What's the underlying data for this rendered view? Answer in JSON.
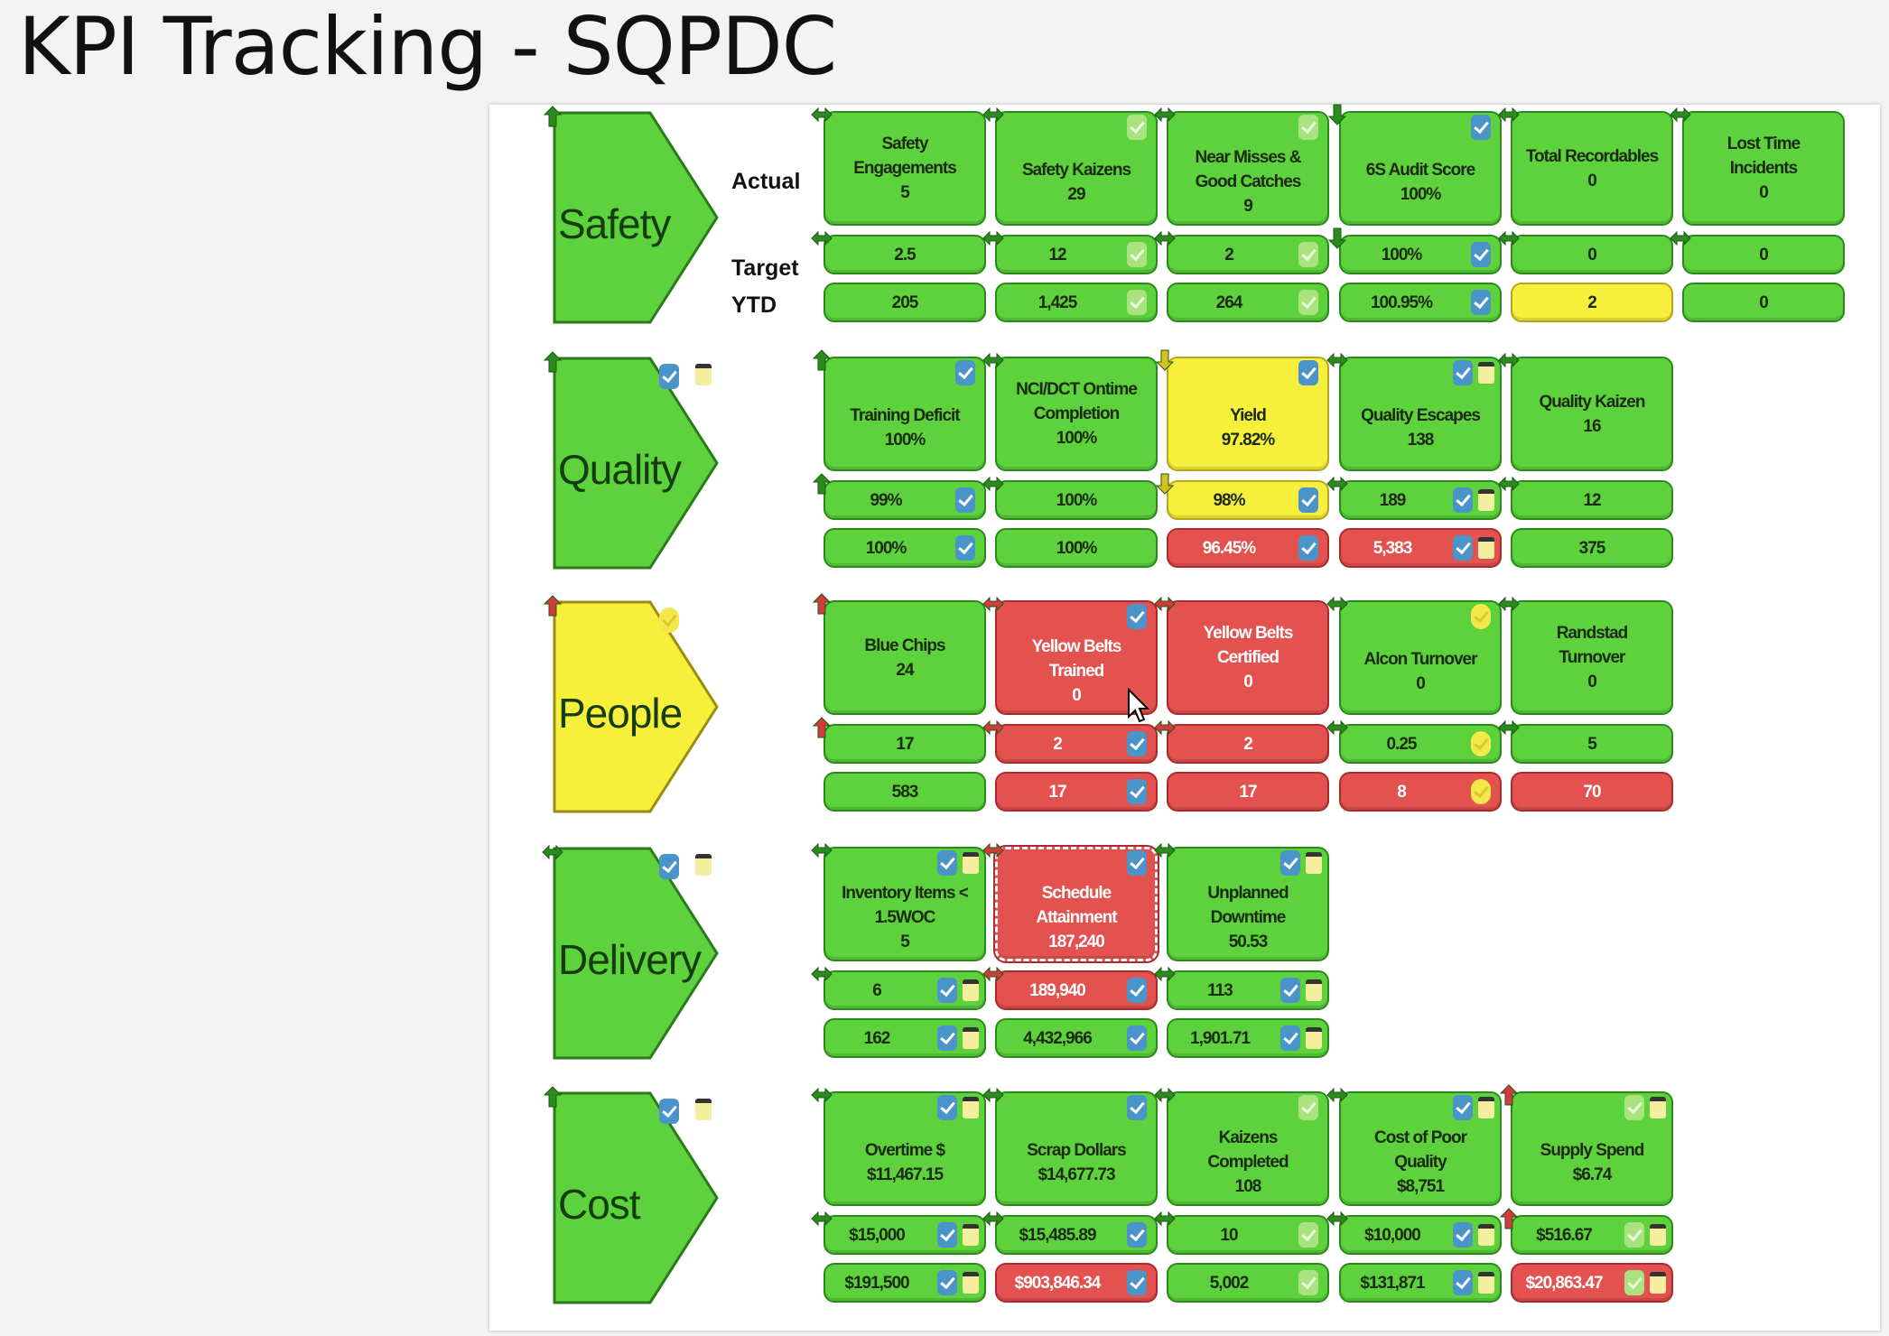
{
  "title": "KPI Tracking - SQPDC",
  "row_labels": {
    "actual": "Actual",
    "target": "Target",
    "ytd": "YTD"
  },
  "colors": {
    "green": "#5dd23c",
    "yellow": "#f6ef3c",
    "red": "#e3524f"
  },
  "sections": [
    {
      "name": "Safety",
      "status": "green",
      "trend": "up",
      "badges": [],
      "tiles": [
        {
          "name": "Safety\nEngagements",
          "actual": "5",
          "target": "2.5",
          "ytd": "205",
          "status": [
            "g",
            "g",
            "g"
          ],
          "trend": "both",
          "check": null,
          "note": false
        },
        {
          "name": "Safety Kaizens",
          "actual": "29",
          "target": "12",
          "ytd": "1,425",
          "status": [
            "g",
            "g",
            "g"
          ],
          "trend": "both",
          "check": "light",
          "note": false
        },
        {
          "name": "Near Misses &\nGood Catches",
          "actual": "9",
          "target": "2",
          "ytd": "264",
          "status": [
            "g",
            "g",
            "g"
          ],
          "trend": "both",
          "check": "light",
          "note": false
        },
        {
          "name": "6S Audit Score",
          "actual": "100%",
          "target": "100%",
          "ytd": "100.95%",
          "status": [
            "g",
            "g",
            "g"
          ],
          "trend": "down",
          "check": "blue",
          "note": false
        },
        {
          "name": "Total Recordables",
          "actual": "0",
          "target": "0",
          "ytd": "2",
          "status": [
            "g",
            "g",
            "y"
          ],
          "trend": "both",
          "check": null,
          "note": false
        },
        {
          "name": "Lost Time\nIncidents",
          "actual": "0",
          "target": "0",
          "ytd": "0",
          "status": [
            "g",
            "g",
            "g"
          ],
          "trend": "both",
          "check": null,
          "note": false
        }
      ]
    },
    {
      "name": "Quality",
      "status": "green",
      "trend": "up",
      "badges": [
        "check",
        "note"
      ],
      "tiles": [
        {
          "name": "Training Deficit",
          "actual": "100%",
          "target": "99%",
          "ytd": "100%",
          "status": [
            "g",
            "g",
            "g"
          ],
          "trend": "up",
          "check": "blue",
          "note": false
        },
        {
          "name": "NCI/DCT Ontime\nCompletion",
          "actual": "100%",
          "target": "100%",
          "ytd": "100%",
          "status": [
            "g",
            "g",
            "g"
          ],
          "trend": "both",
          "check": null,
          "note": false
        },
        {
          "name": "Yield",
          "actual": "97.82%",
          "target": "98%",
          "ytd": "96.45%",
          "status": [
            "y",
            "y",
            "r"
          ],
          "trend": "down-yellow",
          "check": "blue",
          "note": false
        },
        {
          "name": "Quality Escapes",
          "actual": "138",
          "target": "189",
          "ytd": "5,383",
          "status": [
            "g",
            "g",
            "r"
          ],
          "trend": "both",
          "check": "blue",
          "note": true
        },
        {
          "name": "Quality Kaizen",
          "actual": "16",
          "target": "12",
          "ytd": "375",
          "status": [
            "g",
            "g",
            "g"
          ],
          "trend": "both",
          "check": null,
          "note": false
        }
      ]
    },
    {
      "name": "People",
      "status": "yellow",
      "trend": "up-red",
      "badges": [
        "yellow"
      ],
      "tiles": [
        {
          "name": "Blue Chips",
          "actual": "24",
          "target": "17",
          "ytd": "583",
          "status": [
            "g",
            "g",
            "g"
          ],
          "trend": "up-red",
          "check": null,
          "note": false
        },
        {
          "name": "Yellow Belts\nTrained",
          "actual": "0",
          "target": "2",
          "ytd": "17",
          "status": [
            "r",
            "r",
            "r"
          ],
          "trend": "both-red",
          "check": "blue",
          "note": false
        },
        {
          "name": "Yellow Belts\nCertified",
          "actual": "0",
          "target": "2",
          "ytd": "17",
          "status": [
            "r",
            "r",
            "r"
          ],
          "trend": "both-red",
          "check": null,
          "note": false
        },
        {
          "name": "Alcon Turnover",
          "actual": "0",
          "target": "0.25",
          "ytd": "8",
          "status": [
            "g",
            "g",
            "r"
          ],
          "trend": "both",
          "check": "yellow",
          "note": false
        },
        {
          "name": "Randstad\nTurnover",
          "actual": "0",
          "target": "5",
          "ytd": "70",
          "status": [
            "g",
            "g",
            "r"
          ],
          "trend": "both",
          "check": null,
          "note": false
        }
      ]
    },
    {
      "name": "Delivery",
      "status": "green",
      "trend": "both",
      "badges": [
        "check",
        "note"
      ],
      "tiles": [
        {
          "name": "Inventory Items <\n1.5WOC",
          "actual": "5",
          "target": "6",
          "ytd": "162",
          "status": [
            "g",
            "g",
            "g"
          ],
          "trend": "both",
          "check": "blue",
          "note": true
        },
        {
          "name": "Schedule\nAttainment",
          "actual": "187,240",
          "target": "189,940",
          "ytd": "4,432,966",
          "status": [
            "r",
            "r",
            "g"
          ],
          "trend": "both-red",
          "check": "blue",
          "note": false,
          "dashed": true
        },
        {
          "name": "Unplanned\nDowntime",
          "actual": "50.53",
          "target": "113",
          "ytd": "1,901.71",
          "status": [
            "g",
            "g",
            "g"
          ],
          "trend": "both",
          "check": "blue",
          "note": true
        }
      ]
    },
    {
      "name": "Cost",
      "status": "green",
      "trend": "up",
      "badges": [
        "check",
        "note"
      ],
      "tiles": [
        {
          "name": "Overtime $",
          "actual": "$11,467.15",
          "target": "$15,000",
          "ytd": "$191,500",
          "status": [
            "g",
            "g",
            "g"
          ],
          "trend": "both",
          "check": "blue",
          "note": true
        },
        {
          "name": "Scrap Dollars",
          "actual": "$14,677.73",
          "target": "$15,485.89",
          "ytd": "$903,846.34",
          "status": [
            "g",
            "g",
            "r"
          ],
          "trend": "both",
          "check": "blue",
          "note": false
        },
        {
          "name": "Kaizens\nCompleted",
          "actual": "108",
          "target": "10",
          "ytd": "5,002",
          "status": [
            "g",
            "g",
            "g"
          ],
          "trend": "both",
          "check": "light",
          "note": false
        },
        {
          "name": "Cost of Poor\nQuality",
          "actual": "$8,751",
          "target": "$10,000",
          "ytd": "$131,871",
          "status": [
            "g",
            "g",
            "g"
          ],
          "trend": "both",
          "check": "blue",
          "note": true
        },
        {
          "name": "Supply Spend",
          "actual": "$6.74",
          "target": "$516.67",
          "ytd": "$20,863.47",
          "status": [
            "g",
            "g",
            "r"
          ],
          "trend": "up-red",
          "check": "light",
          "note": true
        }
      ]
    }
  ]
}
